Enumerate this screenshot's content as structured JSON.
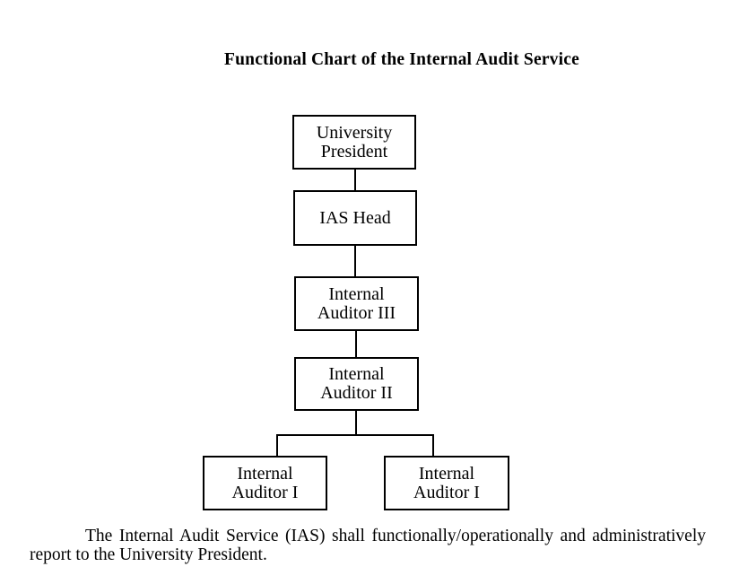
{
  "document": {
    "title": "Functional Chart of the Internal Audit Service",
    "footnote": "The Internal Audit Service (IAS) shall functionally/operationally and administratively report to the University President."
  },
  "chart_data": {
    "type": "org-chart",
    "title": "Functional Chart of the Internal Audit Service",
    "nodes": [
      {
        "id": "university-president",
        "label": "University\nPresident",
        "reports_to": null
      },
      {
        "id": "ias-head",
        "label": "IAS Head",
        "reports_to": "university-president"
      },
      {
        "id": "internal-auditor-3",
        "label": "Internal\nAuditor III",
        "reports_to": "ias-head"
      },
      {
        "id": "internal-auditor-2",
        "label": "Internal\nAuditor II",
        "reports_to": "internal-auditor-3"
      },
      {
        "id": "internal-auditor-1-left",
        "label": "Internal\nAuditor I",
        "reports_to": "internal-auditor-2"
      },
      {
        "id": "internal-auditor-1-right",
        "label": "Internal\nAuditor I",
        "reports_to": "internal-auditor-2"
      }
    ],
    "layout_hint": "single vertical chain of four boxes, then one branch splitting to two boxes at the bottom"
  },
  "colors": {
    "background": "#ffffff",
    "text": "#000000",
    "line": "#000000",
    "box_border": "#000000"
  }
}
